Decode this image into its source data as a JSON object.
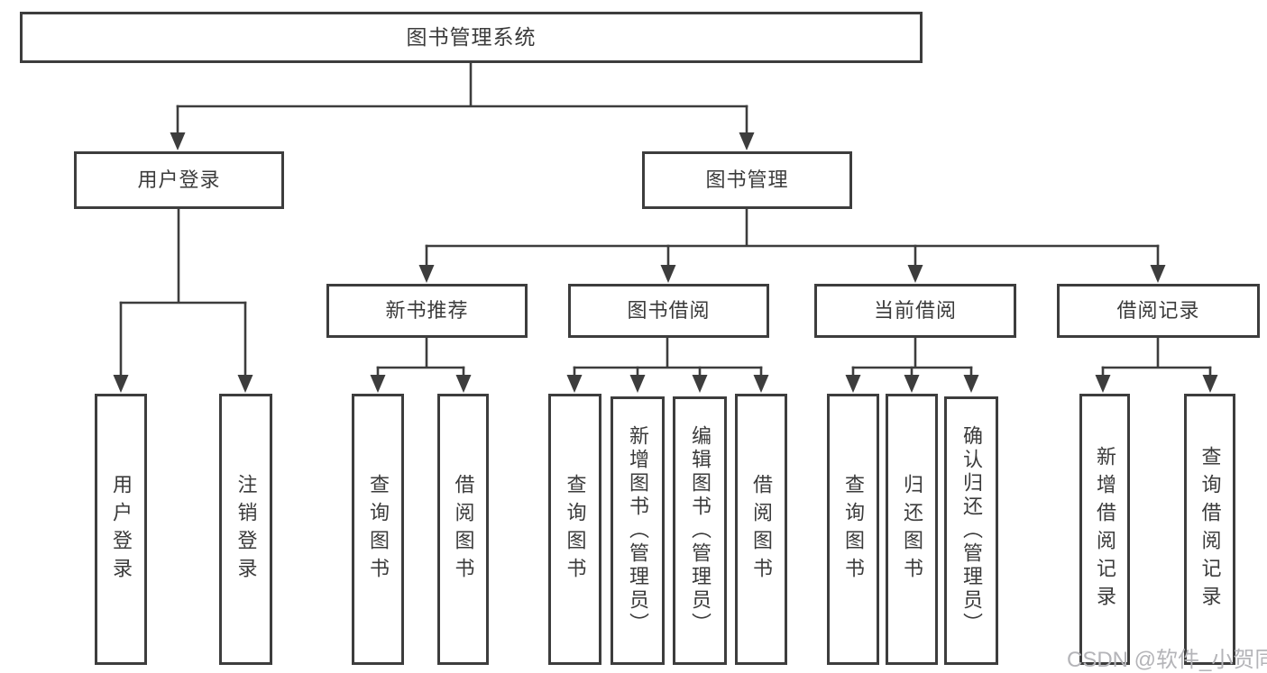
{
  "nodes": {
    "root": "图书管理系统",
    "user_login": "用户登录",
    "book_management": "图书管理",
    "new_book_recommend": "新书推荐",
    "book_borrowing": "图书借阅",
    "current_borrowing": "当前借阅",
    "borrowing_records": "借阅记录",
    "ul_user_login": "用户登录",
    "ul_logout": "注销登录",
    "nbr_query_book": "查询图书",
    "nbr_borrow_book": "借阅图书",
    "bb_query_book": "查询图书",
    "bb_add_book_admin": "新增图书（管理员）",
    "bb_edit_book_admin": "编辑图书（管理员）",
    "bb_borrow_book": "借阅图书",
    "cb_query_book": "查询图书",
    "cb_return_book": "归还图书",
    "cb_confirm_return_admin": "确认归还（管理员）",
    "br_add_record": "新增借阅记录",
    "br_query_record": "查询借阅记录"
  },
  "hierarchy": {
    "root": "图书管理系统",
    "children": [
      {
        "label": "用户登录",
        "children": [
          "用户登录",
          "注销登录"
        ]
      },
      {
        "label": "图书管理",
        "children": [
          {
            "label": "新书推荐",
            "children": [
              "查询图书",
              "借阅图书"
            ]
          },
          {
            "label": "图书借阅",
            "children": [
              "查询图书",
              "新增图书（管理员）",
              "编辑图书（管理员）",
              "借阅图书"
            ]
          },
          {
            "label": "当前借阅",
            "children": [
              "查询图书",
              "归还图书",
              "确认归还（管理员）"
            ]
          },
          {
            "label": "借阅记录",
            "children": [
              "新增借阅记录",
              "查询借阅记录"
            ]
          }
        ]
      }
    ]
  },
  "watermark": "CSDN @软件_小贺同学",
  "colors": {
    "line": "#3d3d3d",
    "text": "#3b3b3b",
    "watermark": "#b4b4b8",
    "background": "#ffffff"
  }
}
